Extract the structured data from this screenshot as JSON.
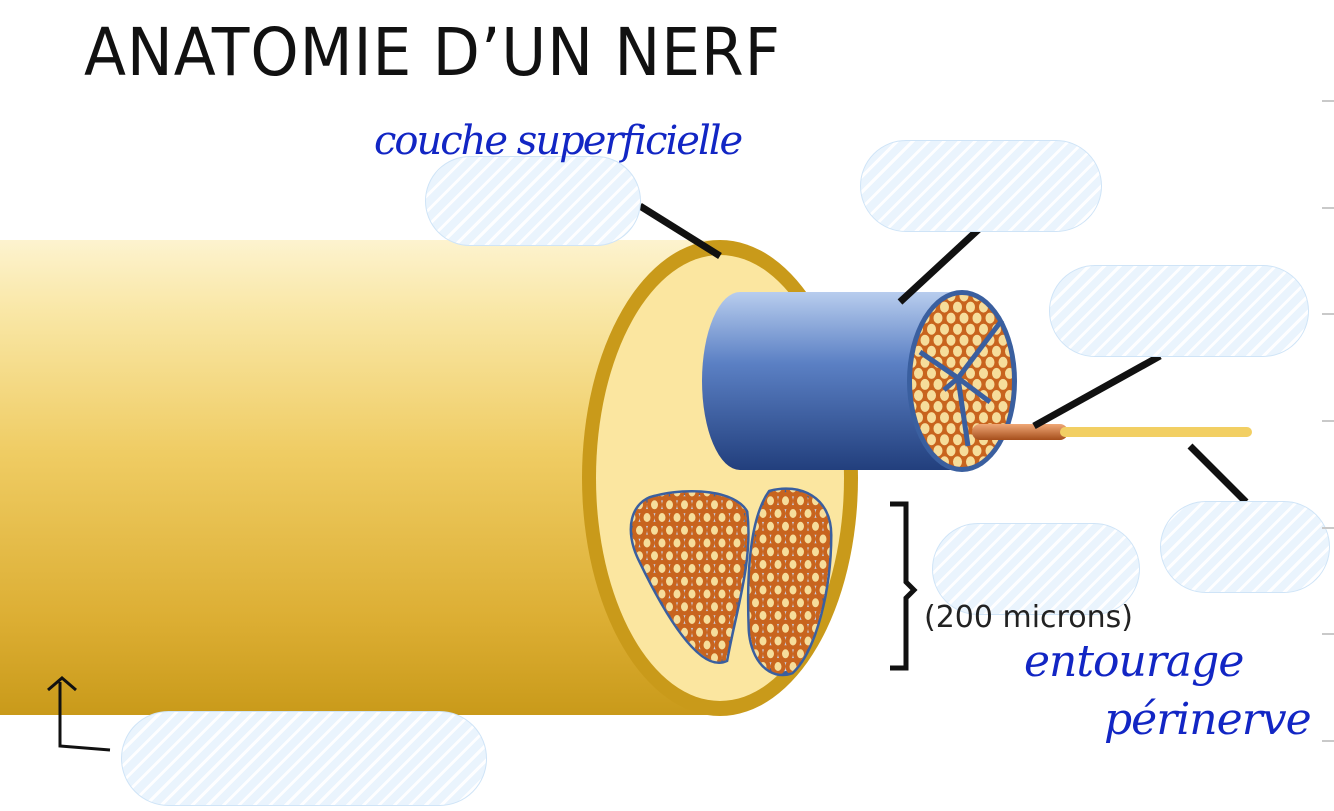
{
  "title": "ANATOMIE D’UN NERF",
  "measurement": "(200 microns)",
  "handwritten_notes": [
    "couche superficielle",
    "entourage",
    "périnerve"
  ],
  "colors": {
    "nerve_sheath": "#c99a1a",
    "fascicle_blue": "#3a5f9f",
    "fiber_orange": "#c8641e",
    "label_pill": "#eaf4fd",
    "ink_blue": "#1226c4"
  },
  "icons": [
    "arrow-up-icon"
  ]
}
